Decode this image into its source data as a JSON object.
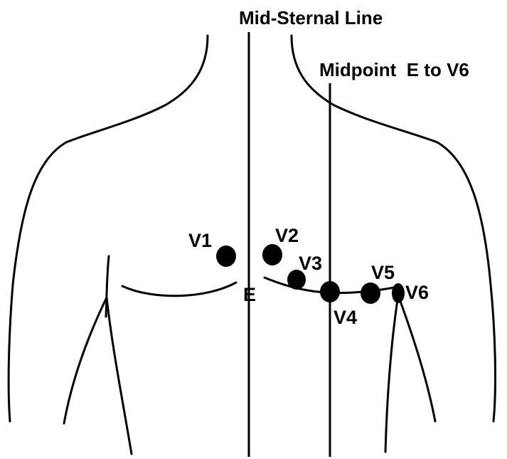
{
  "reference_lines": {
    "mid_sternal": "Mid-Sternal Line",
    "midpoint": "Midpoint  E to V6"
  },
  "landmark": {
    "label": "E"
  },
  "electrodes": [
    {
      "id": "v1",
      "label": "V1"
    },
    {
      "id": "v2",
      "label": "V2"
    },
    {
      "id": "v3",
      "label": "V3"
    },
    {
      "id": "v4",
      "label": "V4"
    },
    {
      "id": "v5",
      "label": "V5"
    },
    {
      "id": "v6",
      "label": "V6"
    }
  ],
  "colors": {
    "ink": "#000000",
    "background": "#ffffff"
  }
}
